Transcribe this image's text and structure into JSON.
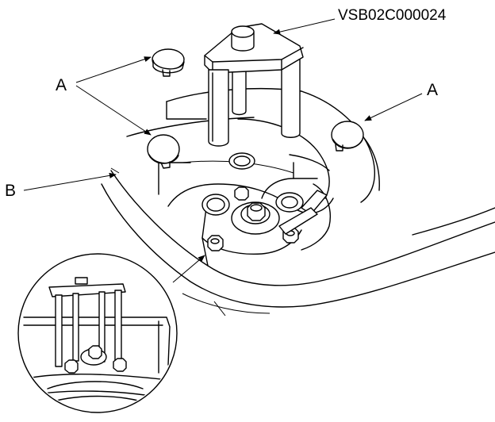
{
  "figure": {
    "tool_code": "VSB02C000024",
    "label_a_left": "A",
    "label_a_right": "A",
    "label_b": "B"
  },
  "colors": {
    "line": "#000000",
    "background": "#ffffff"
  },
  "icons": [
    "spring-compressor-tool",
    "cap-plug",
    "strut-mount-nut",
    "detail-magnifier"
  ]
}
